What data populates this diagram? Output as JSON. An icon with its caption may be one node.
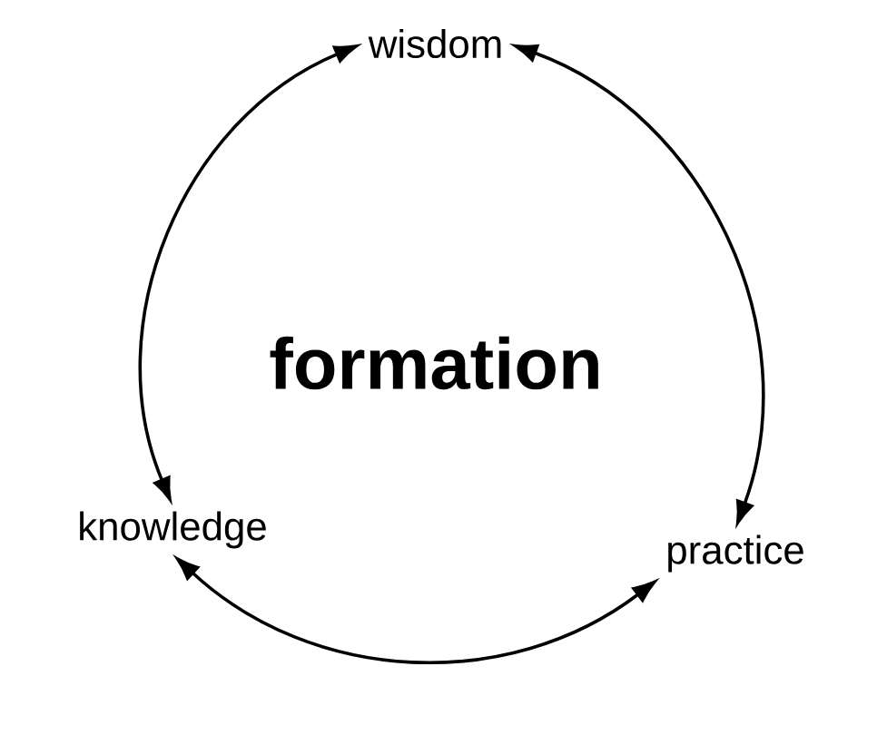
{
  "diagram": {
    "nodes": [
      {
        "text": [
          "wisdom"
        ]
      },
      {
        "text": [
          "knowledge"
        ]
      },
      {
        "text": [
          "practice"
        ]
      }
    ],
    "edges": [
      {
        "from": 0,
        "to": 1,
        "arrow": "both"
      },
      {
        "from": 0,
        "to": 2,
        "arrow": "both"
      },
      {
        "from": 1,
        "to": 2,
        "arrow": "both"
      }
    ],
    "labels": [
      "formation"
    ]
  }
}
